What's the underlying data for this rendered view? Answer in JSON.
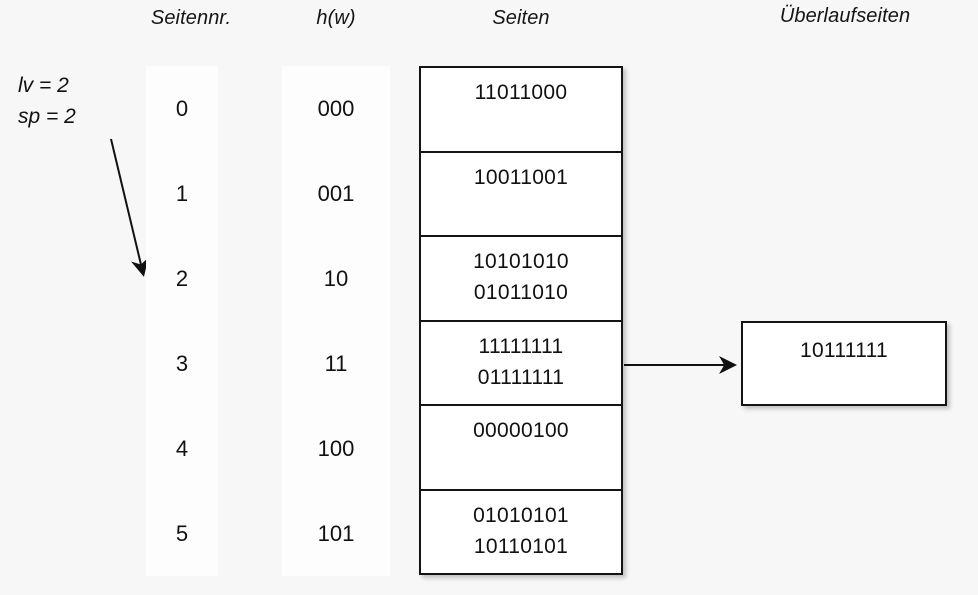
{
  "headers": {
    "seitennr": "Seitennr.",
    "hw": "h(w)",
    "seiten": "Seiten",
    "ueberlaufseiten": "Überlaufseiten"
  },
  "params": {
    "lv": "lv = 2",
    "sp": "sp = 2"
  },
  "colors": {
    "background": "#f7f7f7",
    "column_fill": "#fdfdfd",
    "box_fill": "#ffffff",
    "stroke": "#141414",
    "text": "#111111"
  },
  "rows": [
    {
      "seitennr": "0",
      "hw": "000",
      "page_lines": [
        "11011000"
      ]
    },
    {
      "seitennr": "1",
      "hw": "001",
      "page_lines": [
        "10011001"
      ]
    },
    {
      "seitennr": "2",
      "hw": "10",
      "page_lines": [
        "10101010",
        "01011010"
      ]
    },
    {
      "seitennr": "3",
      "hw": "11",
      "page_lines": [
        "11111111",
        "01111111"
      ]
    },
    {
      "seitennr": "4",
      "hw": "100",
      "page_lines": [
        "00000100"
      ]
    },
    {
      "seitennr": "5",
      "hw": "101",
      "page_lines": [
        "01010101",
        "10110101"
      ]
    }
  ],
  "overflow": {
    "lines": [
      "10111111"
    ],
    "linked_from_row": "3"
  }
}
